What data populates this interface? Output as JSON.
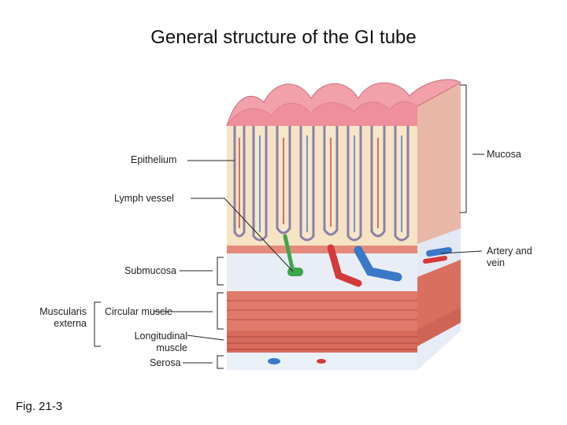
{
  "title": "General structure of the GI tube",
  "labels": {
    "epithelium": "Epithelium",
    "lymph_vessel": "Lymph vessel",
    "submucosa": "Submucosa",
    "muscularis_externa": "Muscularis externa",
    "circular_muscle": "Circular muscle",
    "longitudinal_muscle": "Longitudinal muscle",
    "serosa": "Serosa",
    "mucosa": "Mucosa",
    "artery_and_vein": "Artery and vein"
  },
  "figure_caption": "Fig. 21-3",
  "colors": {
    "mucosa_surface": "#f2a0aa",
    "villus_core": "#f7e6c8",
    "epithelium": "#9a8fb0",
    "submucosa": "#e9eef6",
    "circular_muscle": "#e07a6a",
    "longitudinal_muscle": "#d86a5c",
    "serosa": "#eaf0f8",
    "artery": "#d43a3a",
    "vein": "#3a78c8",
    "lymph": "#3ea54a"
  }
}
